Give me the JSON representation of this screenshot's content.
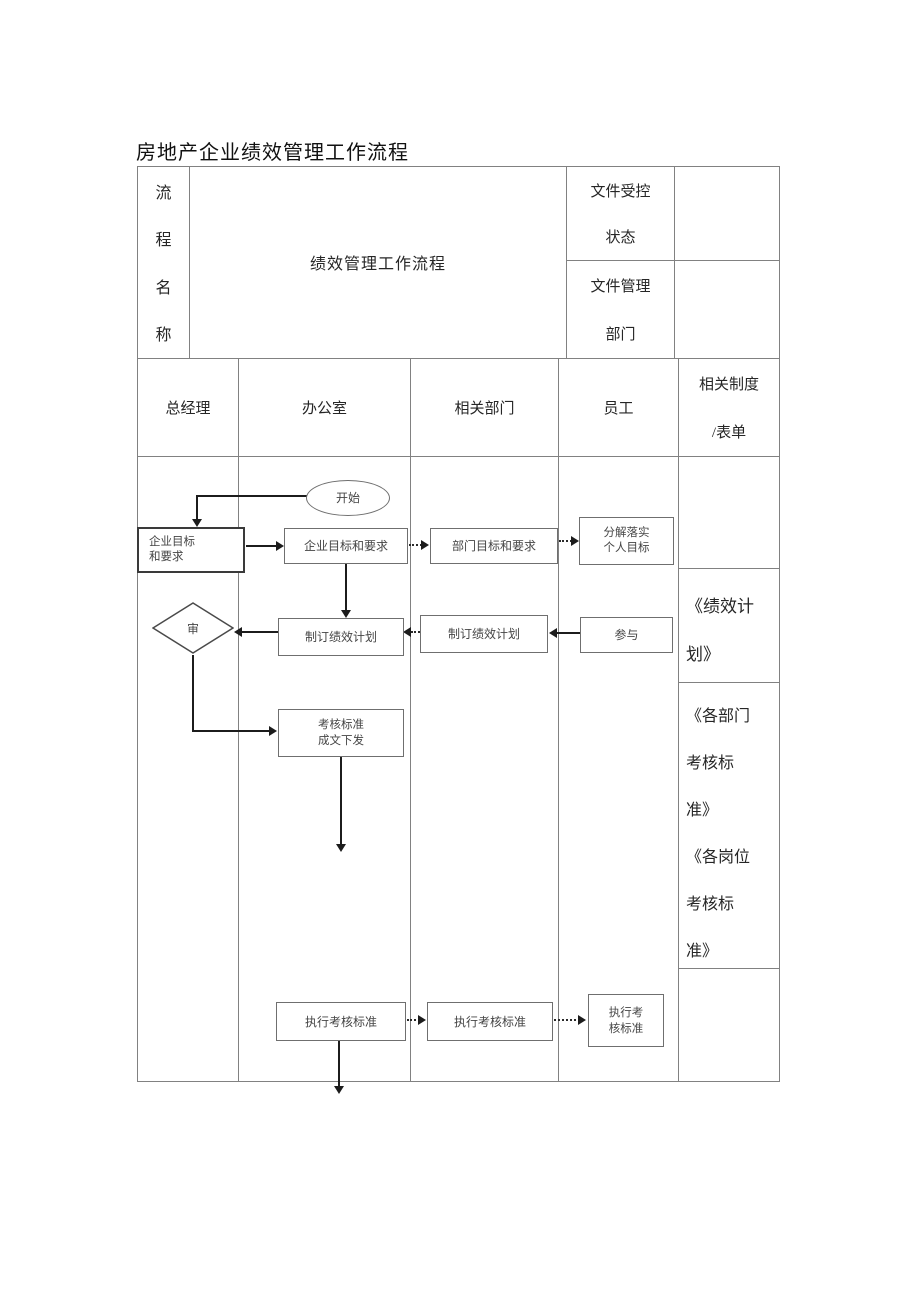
{
  "title": "房地产企业绩效管理工作流程",
  "colors": {
    "grid_line": "#818181",
    "box_border": "#6f6f6f",
    "emphasis_border": "#3a3a3a",
    "arrow": "#1c1c1c",
    "text": "#262626",
    "flow_text": "#454545",
    "background": "#ffffff"
  },
  "info_table": {
    "name_label_chars": [
      "流",
      "程",
      "名",
      "称"
    ],
    "process_title": "绩效管理工作流程",
    "doc_control": {
      "line1": "文件受控",
      "line2": "状态",
      "value": ""
    },
    "doc_dept": {
      "line1": "文件管理",
      "line2": "部门",
      "value": ""
    }
  },
  "swimlanes": {
    "gm": "总经理",
    "office": "办公室",
    "depts": "相关部门",
    "staff": "员工",
    "docs": {
      "line1": "相关制度",
      "line2": "/表单"
    }
  },
  "flow": {
    "start": "开始",
    "gm_goals": {
      "line1": "企业目标",
      "line2": "和要求"
    },
    "office_goals": "企业目标和要求",
    "dept_goals": "部门目标和要求",
    "staff_goals": {
      "line1": "分解落实",
      "line2": "个人目标"
    },
    "review": "审",
    "office_plan": "制订绩效计划",
    "dept_plan": "制订绩效计划",
    "staff_join": "参与",
    "standards_issue": {
      "line1": "考核标准",
      "line2": "成文下发"
    },
    "office_exec": "执行考核标准",
    "dept_exec": "执行考核标准",
    "staff_exec": {
      "line1": "执行考",
      "line2": "核标准"
    }
  },
  "doc_refs": {
    "plan": [
      "《绩效计",
      "划》"
    ],
    "standards": [
      "《各部门",
      "考核标",
      "准》",
      "《各岗位",
      "考核标",
      "准》"
    ]
  }
}
